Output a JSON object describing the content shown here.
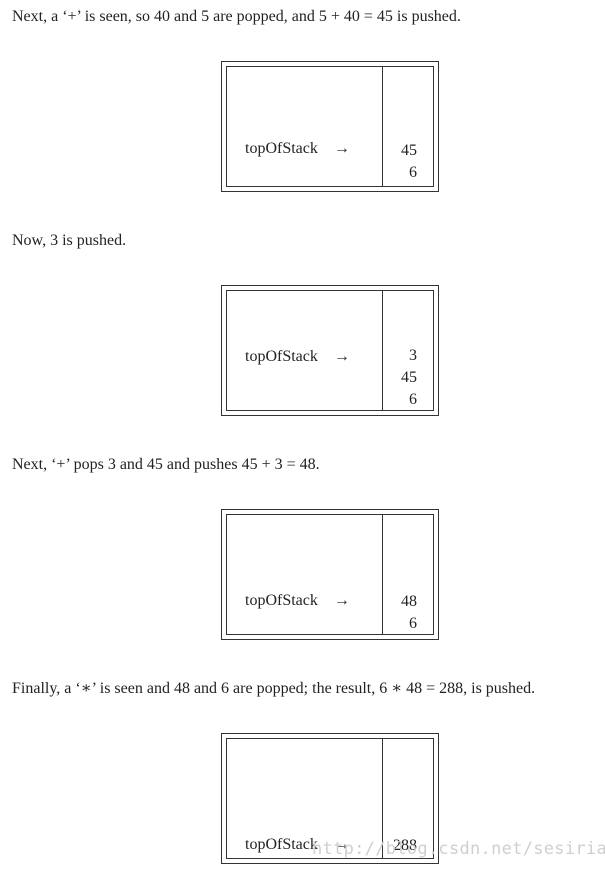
{
  "steps": [
    {
      "text": "Next, a ‘+’ is seen, so 40 and 5 are popped, and 5 + 40 = 45 is pushed.",
      "pointer_label": "topOfStack",
      "arrow": "→",
      "stack": [
        "45",
        "6"
      ]
    },
    {
      "text": "Now, 3 is pushed.",
      "pointer_label": "topOfStack",
      "arrow": "→",
      "stack": [
        "3",
        "45",
        "6"
      ]
    },
    {
      "text": "Next, ‘+’ pops 3 and 45 and pushes 45 + 3 = 48.",
      "pointer_label": "topOfStack",
      "arrow": "→",
      "stack": [
        "48",
        "6"
      ]
    },
    {
      "text": "Finally, a ‘∗’ is seen and 48 and 6 are popped; the result, 6 ∗ 48 = 288, is pushed.",
      "pointer_label": "topOfStack",
      "arrow": "→",
      "stack": [
        "288"
      ]
    }
  ],
  "watermark": "http://blog.csdn.net/sesiria"
}
